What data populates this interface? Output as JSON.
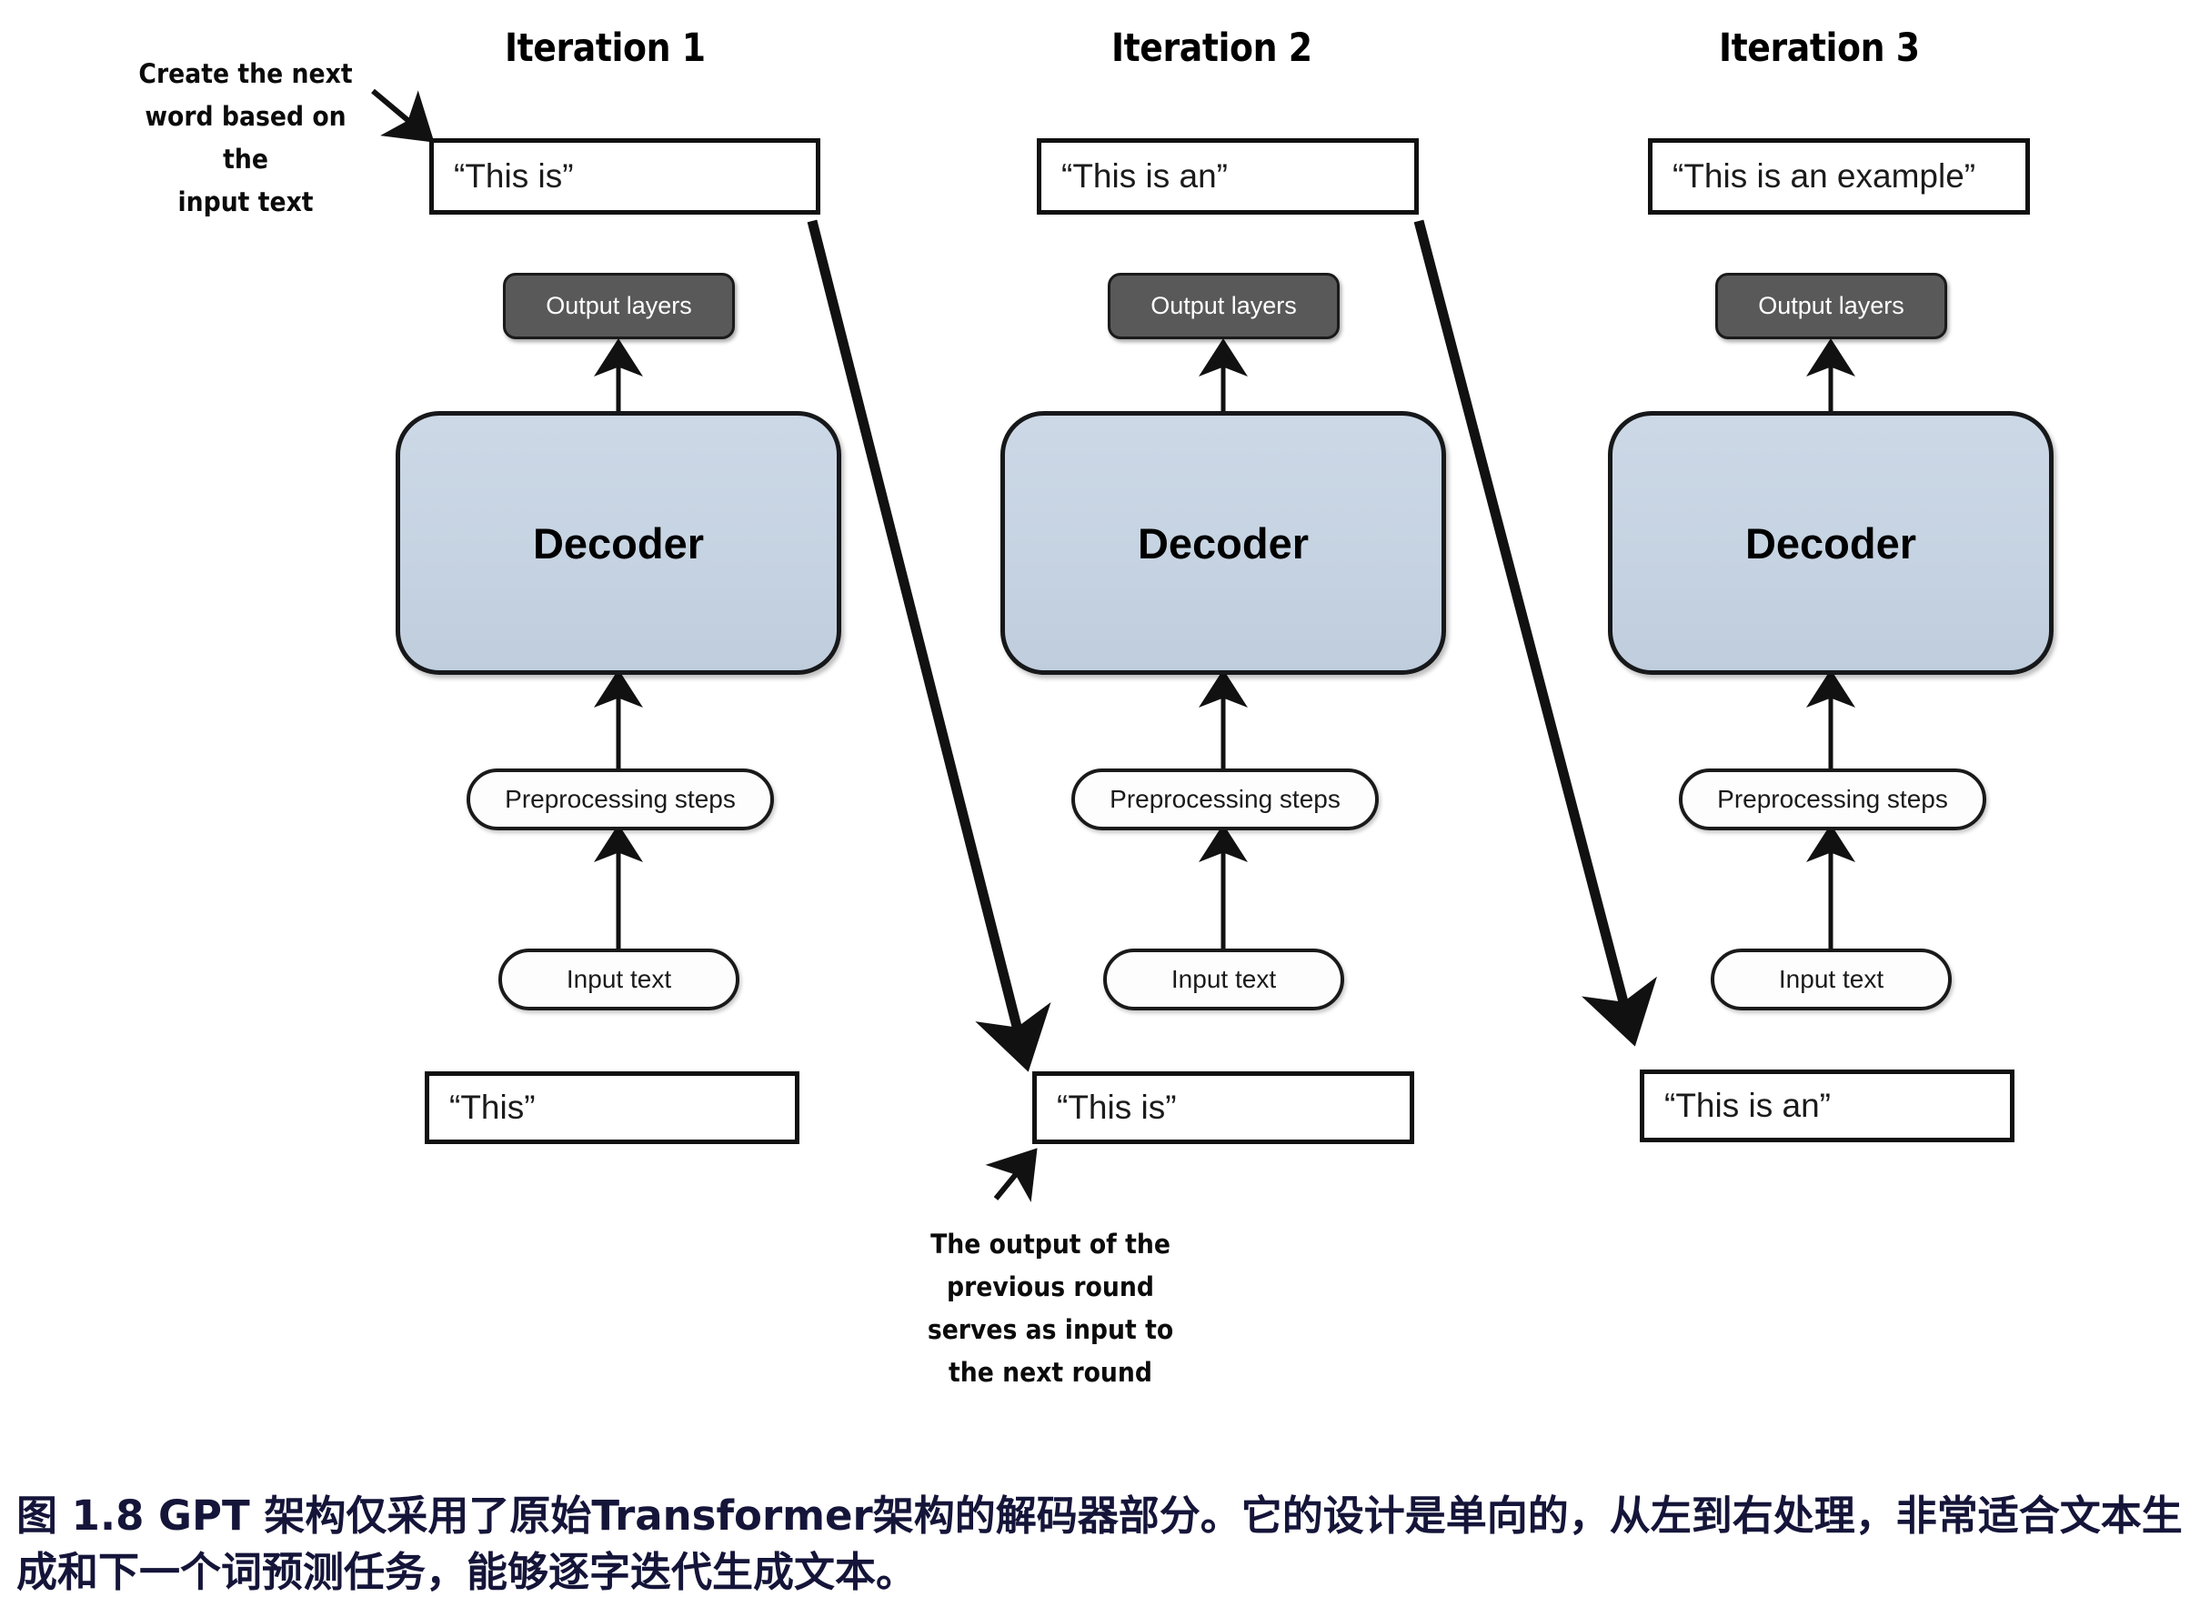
{
  "figure": {
    "columns": [
      {
        "title": "Iteration 1",
        "output_sentence": "“This is”",
        "output_layers": "Output layers",
        "decoder": "Decoder",
        "preprocessing": "Preprocessing steps",
        "input_text": "Input text",
        "input_sentence": "“This”"
      },
      {
        "title": "Iteration 2",
        "output_sentence": "“This is an”",
        "output_layers": "Output layers",
        "decoder": "Decoder",
        "preprocessing": "Preprocessing steps",
        "input_text": "Input text",
        "input_sentence": "“This is”"
      },
      {
        "title": "Iteration 3",
        "output_sentence": "“This is an example”",
        "output_layers": "Output layers",
        "decoder": "Decoder",
        "preprocessing": "Preprocessing steps",
        "input_text": "Input text",
        "input_sentence": "“This is an”"
      }
    ],
    "annotations": {
      "top_left": "Create the next\nword based on the\ninput text",
      "bottom_center": "The output of the\nprevious round\nserves as input to\nthe next round"
    },
    "caption": "图 1.8  GPT 架构仅采用了原始Transformer架构的解码器部分。它的设计是单向的，从左到右处理，非常适合文本生成和下一个词预测任务，能够逐字迭代生成文本。",
    "colors": {
      "decoder_fill": "#c6d3e2",
      "output_layers_fill": "#595959",
      "stroke": "#111111",
      "caption_color": "#15153a"
    }
  }
}
